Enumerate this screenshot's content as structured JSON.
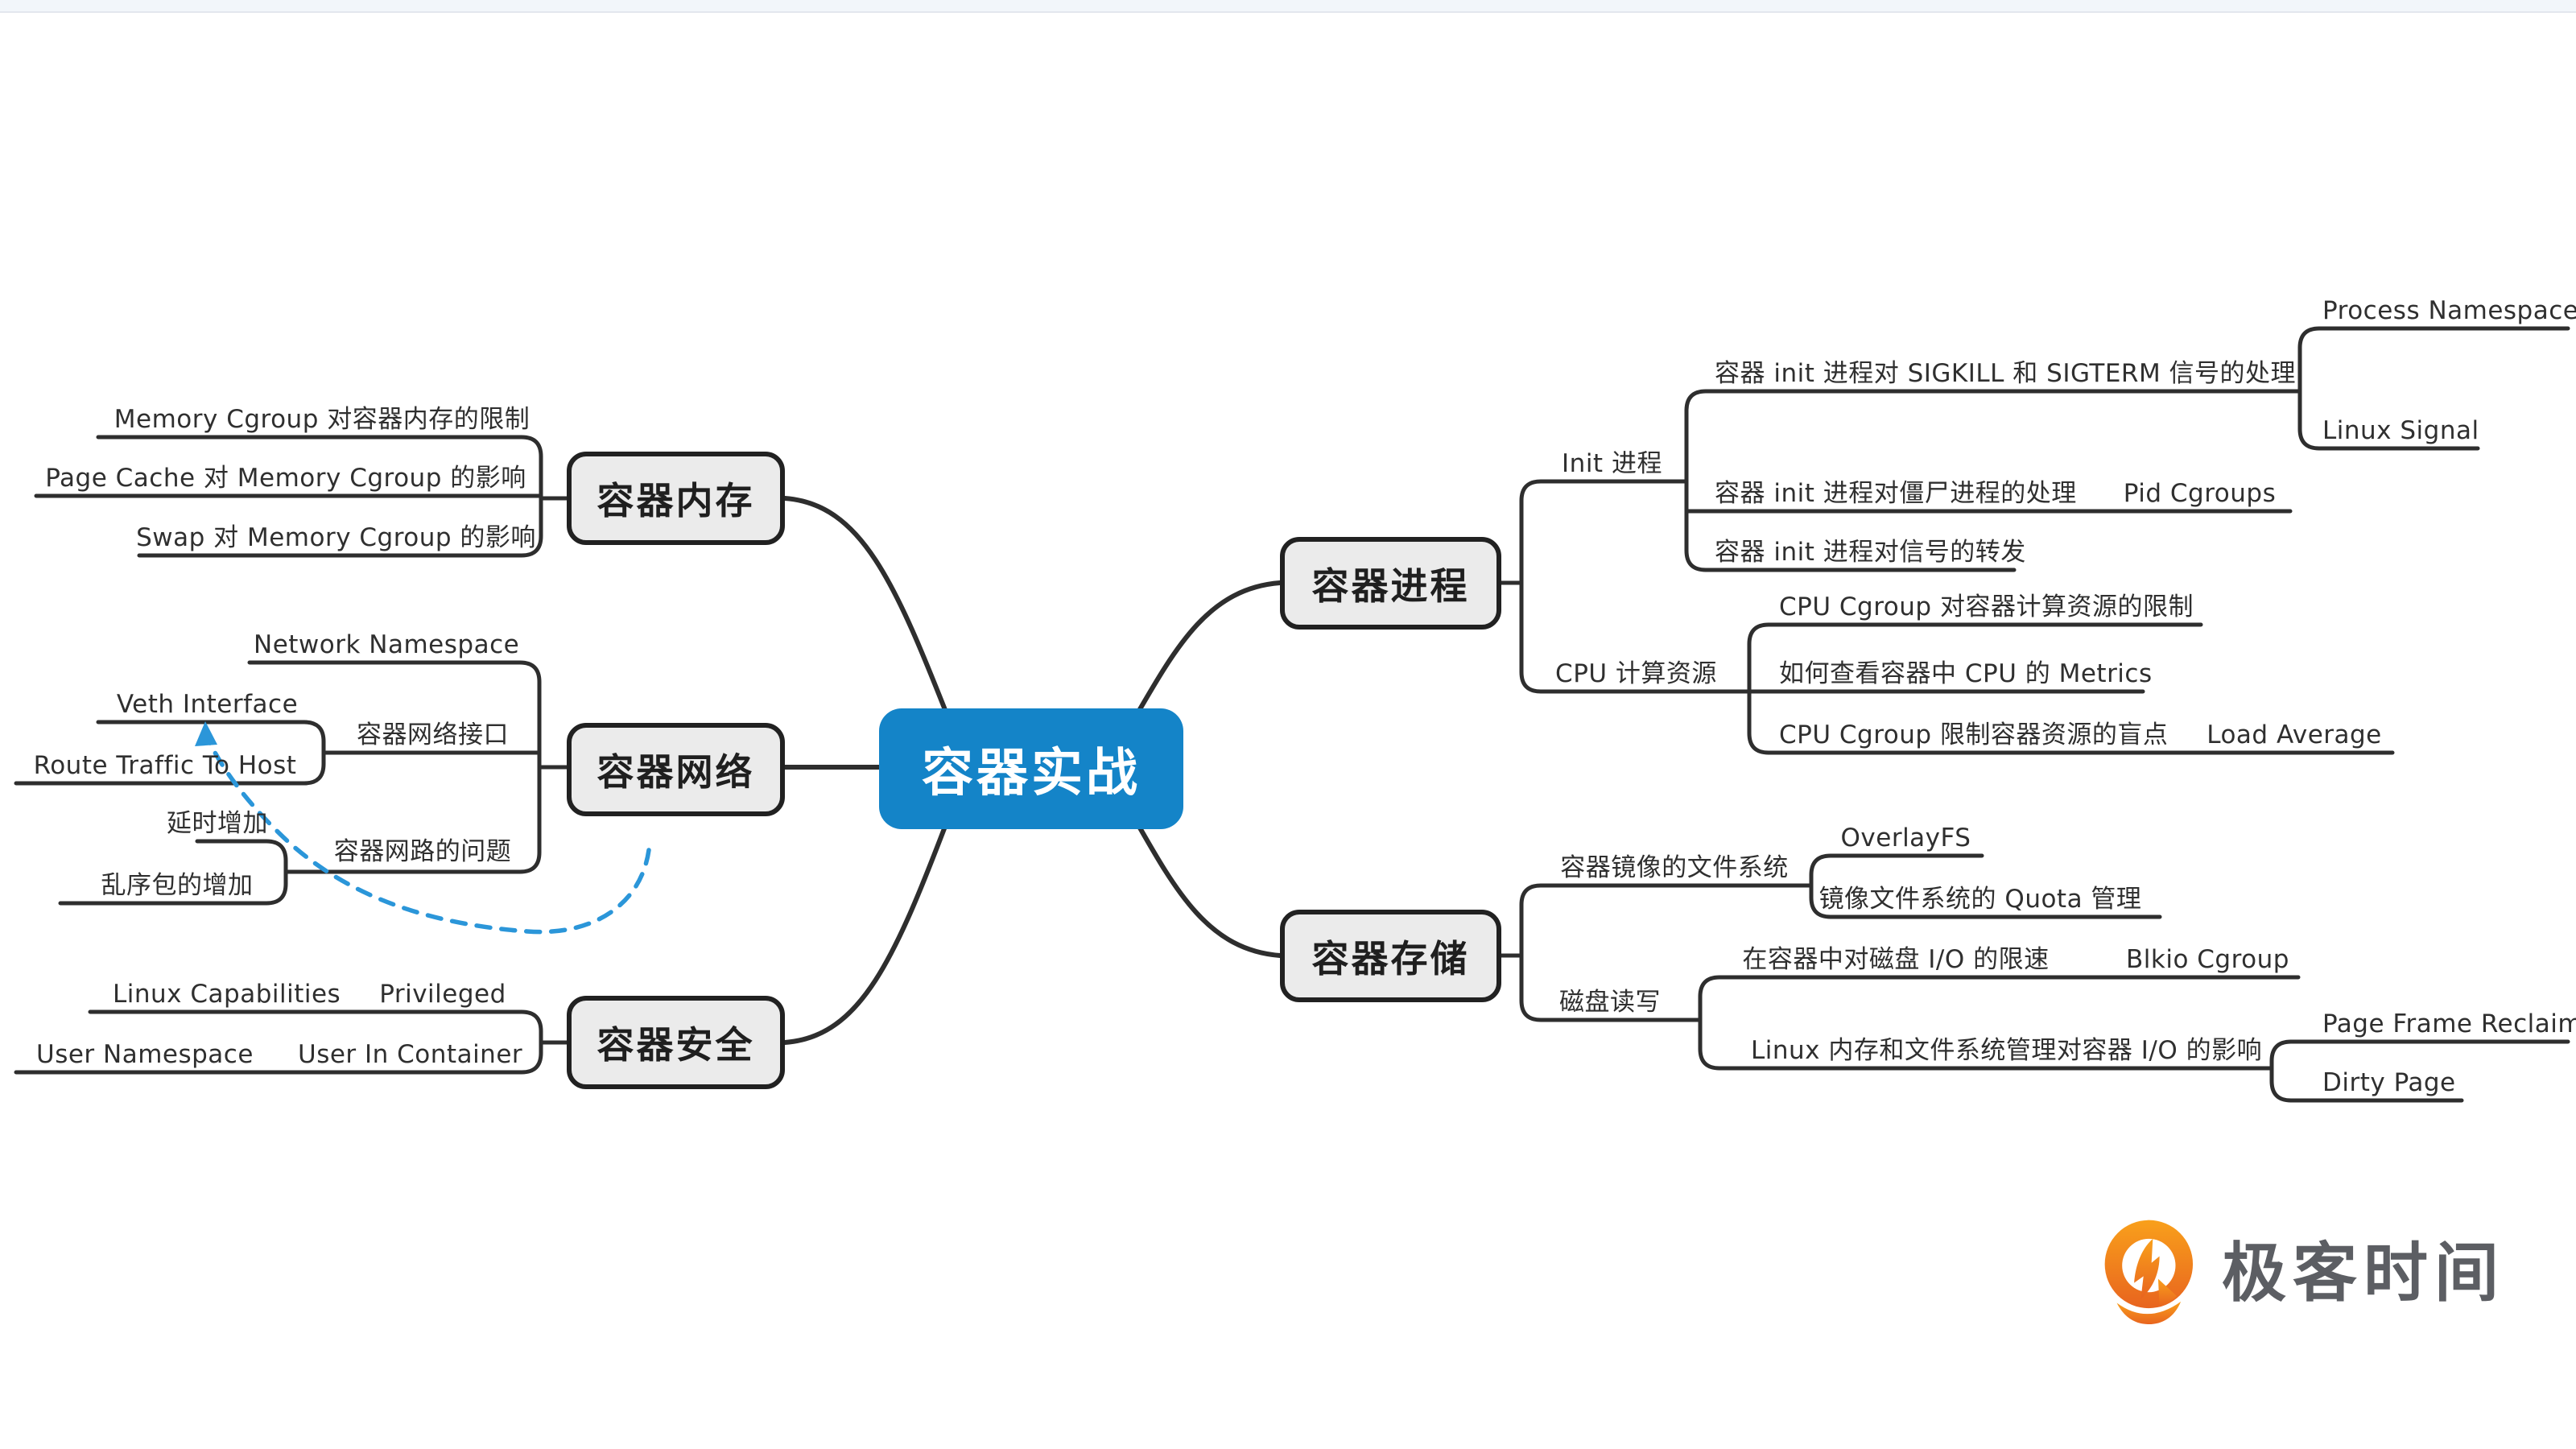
{
  "window": {
    "topbar_present": true
  },
  "mindmap": {
    "root": {
      "label": "容器实战"
    },
    "branches": [
      {
        "label": "容器内存",
        "children": [
          {
            "label": "Memory Cgroup 对容器内存的限制"
          },
          {
            "label": "Page Cache 对 Memory Cgroup 的影响"
          },
          {
            "label": "Swap 对 Memory Cgroup 的影响"
          }
        ]
      },
      {
        "label": "容器网络",
        "children": [
          {
            "label": "Network Namespace"
          },
          {
            "label": "容器网络接口",
            "children": [
              {
                "label": "Veth Interface"
              },
              {
                "label": "Route Traffic To Host"
              }
            ]
          },
          {
            "label": "容器网路的问题",
            "children": [
              {
                "label": "延时增加"
              },
              {
                "label": "乱序包的增加"
              }
            ]
          }
        ]
      },
      {
        "label": "容器安全",
        "children": [
          {
            "label": "Privileged",
            "children": [
              {
                "label": "Linux Capabilities"
              }
            ]
          },
          {
            "label": "User In Container",
            "children": [
              {
                "label": "User Namespace"
              }
            ]
          }
        ]
      },
      {
        "label": "容器进程",
        "children": [
          {
            "label": "Init 进程",
            "children": [
              {
                "label": "容器 init 进程对 SIGKILL 和 SIGTERM 信号的处理",
                "children": [
                  {
                    "label": "Process Namespace"
                  },
                  {
                    "label": "Linux Signal"
                  }
                ]
              },
              {
                "label": "容器 init 进程对僵尸进程的处理",
                "children": [
                  {
                    "label": "Pid Cgroups"
                  }
                ]
              },
              {
                "label": "容器 init 进程对信号的转发"
              }
            ]
          },
          {
            "label": "CPU 计算资源",
            "children": [
              {
                "label": "CPU Cgroup 对容器计算资源的限制"
              },
              {
                "label": "如何查看容器中 CPU 的 Metrics"
              },
              {
                "label": "CPU Cgroup 限制容器资源的盲点",
                "children": [
                  {
                    "label": "Load Average"
                  }
                ]
              }
            ]
          }
        ]
      },
      {
        "label": "容器存储",
        "children": [
          {
            "label": "容器镜像的文件系统",
            "children": [
              {
                "label": "OverlayFS"
              },
              {
                "label": "镜像文件系统的 Quota 管理"
              }
            ]
          },
          {
            "label": "磁盘读写",
            "children": [
              {
                "label": "在容器中对磁盘 I/O 的限速",
                "children": [
                  {
                    "label": "Blkio Cgroup"
                  }
                ]
              },
              {
                "label": "Linux 内存和文件系统管理对容器 I/O 的影响",
                "children": [
                  {
                    "label": "Page Frame Reclaim"
                  },
                  {
                    "label": "Dirty Page"
                  }
                ]
              }
            ]
          }
        ]
      }
    ],
    "annotation_arrow": {
      "from": "容器网路的问题",
      "to": "Veth Interface",
      "style": "dashed",
      "color": "#2b96d9"
    }
  },
  "logo": {
    "text": "极客时间",
    "icon": "geektime-pin-icon"
  },
  "colors": {
    "root_fill": "#1484c8",
    "root_text": "#ffffff",
    "node_fill": "#ebebeb",
    "node_border": "#212121",
    "line": "#2e2e2e",
    "arrow_blue": "#2b96d9",
    "logo_orange_top": "#f9a01b",
    "logo_orange_bottom": "#e8641f",
    "logo_text": "#5c5e63",
    "topbar_fill": "#f2f6fa"
  }
}
